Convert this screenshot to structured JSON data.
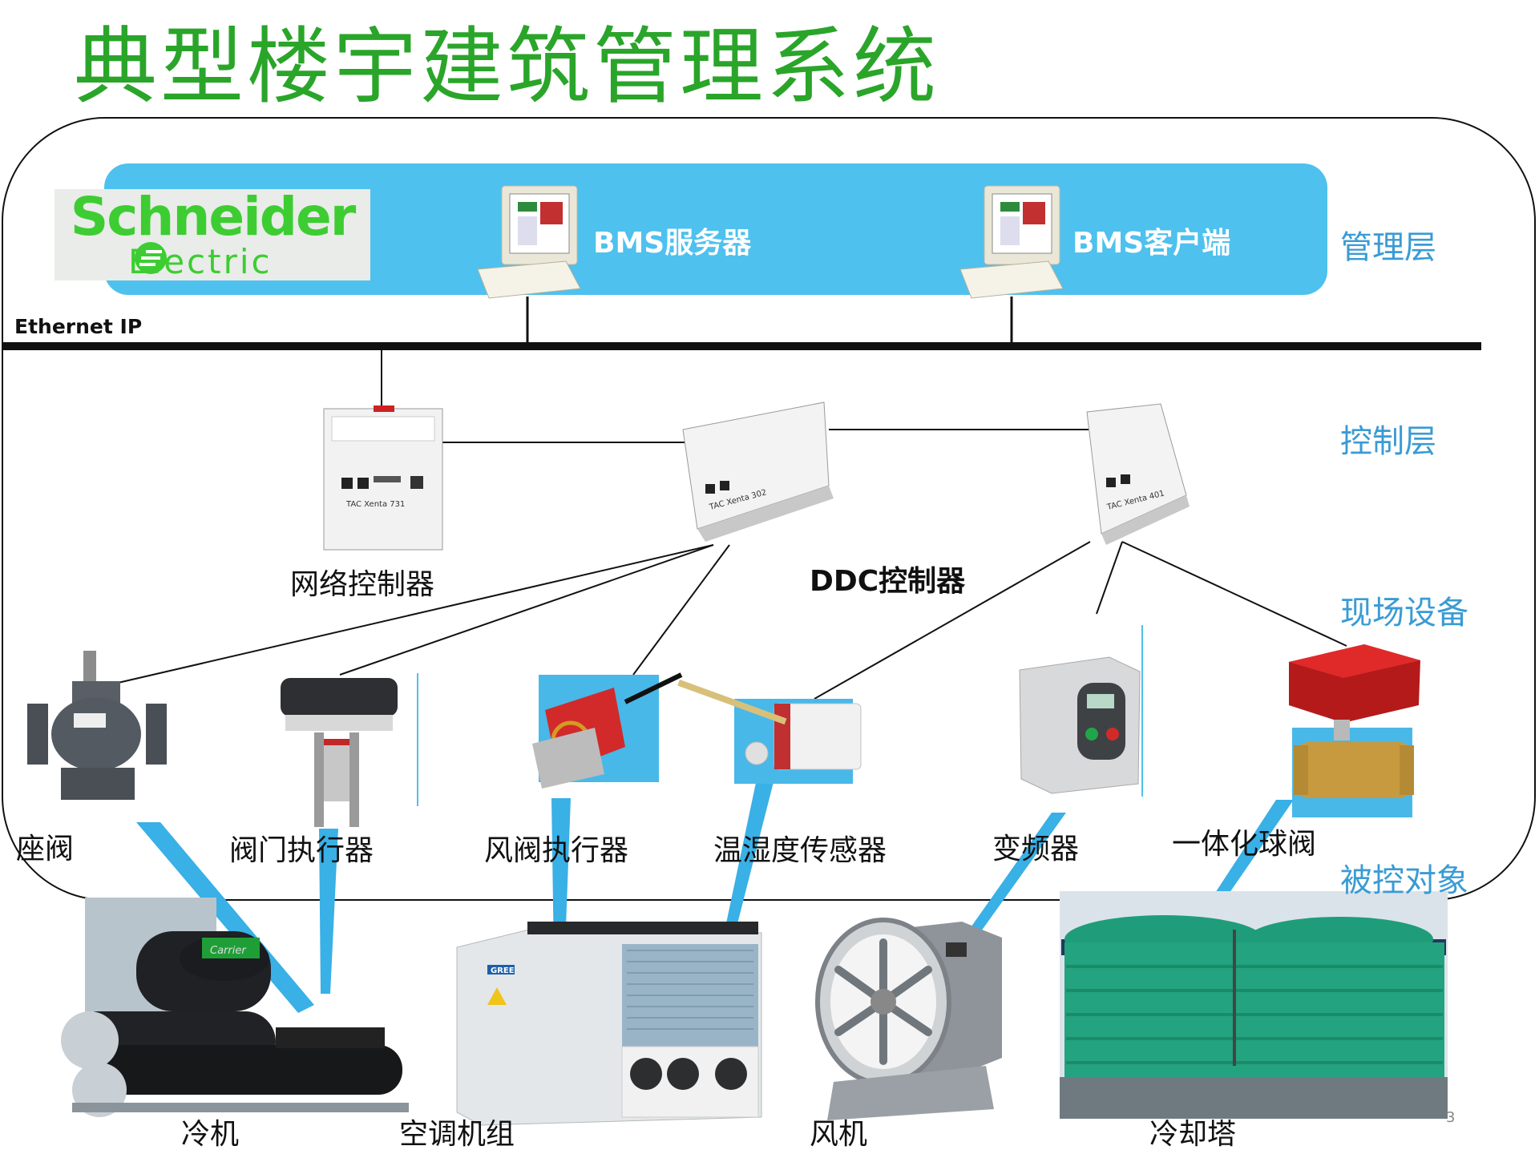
{
  "title": "典型楼宇建筑管理系统",
  "brand": {
    "name_top": "Schneider",
    "name_bottom": "Electric",
    "color": "#3dcd32"
  },
  "network": {
    "label": "Ethernet IP"
  },
  "management": {
    "server_label": "BMS服务器",
    "client_label": "BMS客户端"
  },
  "layers": {
    "management": "管理层",
    "control": "控制层",
    "field": "现场设备",
    "controlled": "被控对象"
  },
  "controllers": {
    "network_label": "网络控制器",
    "ddc_label": "DDC控制器",
    "models": [
      "TAC Xenta 731",
      "TAC Xenta 302",
      "TAC Xenta 401"
    ]
  },
  "field_devices": [
    "座阀",
    "阀门执行器",
    "风阀执行器",
    "温湿度传感器",
    "变频器",
    "一体化球阀"
  ],
  "equipment": [
    "冷机",
    "空调机组",
    "风机",
    "冷却塔"
  ],
  "equipment_brands": {
    "chiller": "Carrier",
    "ahu": "GREE"
  },
  "page_number": "3",
  "colors": {
    "title": "#2aa52a",
    "band": "#4ec1ee",
    "layer_text": "#3a9bd4",
    "beam": "#39b0e6"
  }
}
